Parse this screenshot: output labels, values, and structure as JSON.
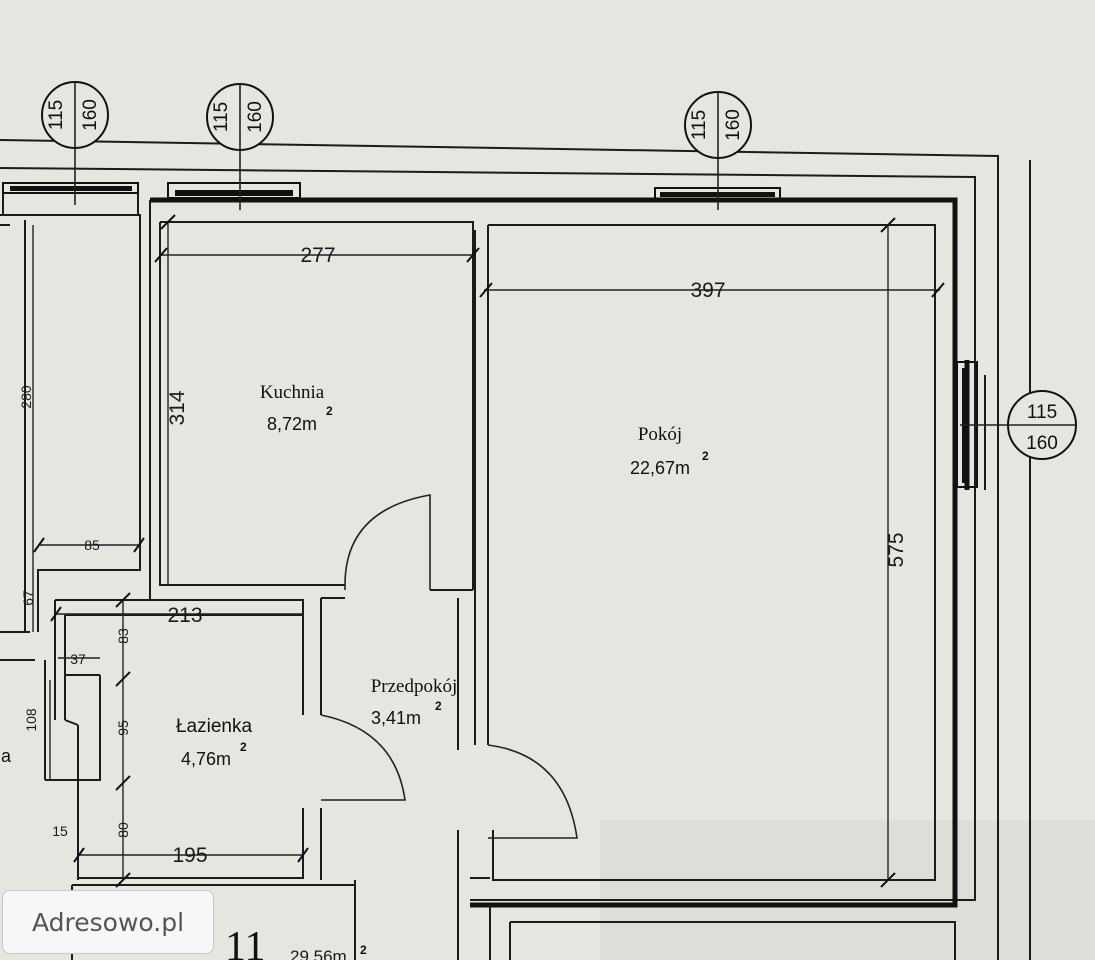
{
  "rooms": {
    "kitchen": {
      "name": "Kuchnia",
      "area": "8,72m",
      "sup": "2"
    },
    "living": {
      "name": "Pokój",
      "area": "22,67m",
      "sup": "2"
    },
    "hall": {
      "name": "Przedpokój",
      "area": "3,41m",
      "sup": "2"
    },
    "bath": {
      "name": "Łazienka",
      "area": "4,76m",
      "sup": "2"
    }
  },
  "windows": [
    {
      "top": "115",
      "bottom": "160"
    },
    {
      "top": "115",
      "bottom": "160"
    },
    {
      "top": "115",
      "bottom": "160"
    },
    {
      "top": "115",
      "bottom": "160"
    }
  ],
  "dimensions": {
    "kitchen_width": "277",
    "living_width": "397",
    "kitchen_height": "314",
    "living_height": "575",
    "left_height": "280",
    "left_width": "85",
    "left_67": "67",
    "bath_top": "213",
    "bath_37": "37",
    "bath_83": "83",
    "bath_108": "108",
    "bath_95": "95",
    "bath_80": "80",
    "bath_bottom": "195",
    "bath_15": "15"
  },
  "partial": {
    "left_letter": "a",
    "unit_number": "11",
    "unit_area": "29,56m",
    "unit_sup": "2"
  },
  "watermark": "Adresowo.pl"
}
